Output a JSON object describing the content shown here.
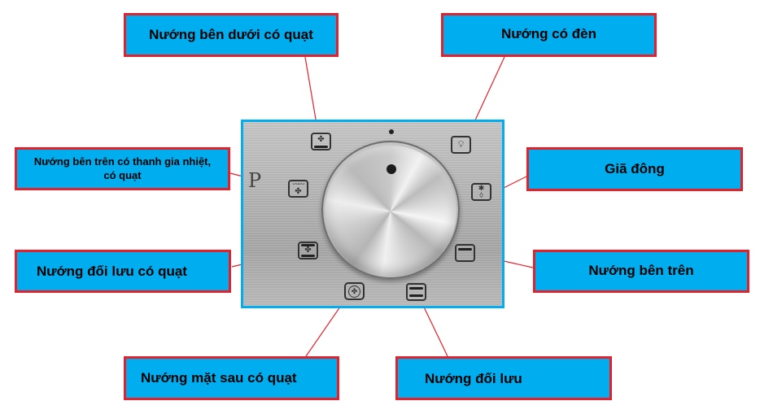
{
  "diagram": {
    "subject": "Oven function selector knob",
    "colors": {
      "label_fill": "#00adee",
      "label_border": "#e4202b",
      "leader_line": "#e4202b",
      "panel_border": "#00adee"
    },
    "labels": [
      {
        "id": "bottom-heat-fan",
        "text": "Nướng bên dưới có quạt",
        "icon": "fan-with-bottom-bar-icon"
      },
      {
        "id": "light",
        "text": "Nướng có đèn",
        "icon": "light-bulb-icon"
      },
      {
        "id": "top-grill-fan",
        "text": "Nướng bên trên có thanh gia nhiệt, có quạt",
        "line1": "Nướng bên trên có thanh gia nhiệt,",
        "line2": "có quạt",
        "icon": "grill-fan-icon"
      },
      {
        "id": "defrost",
        "text": "Giã đông",
        "icon": "snowflake-drop-icon"
      },
      {
        "id": "convection-fan",
        "text": "Nướng đối lưu có quạt",
        "icon": "top-bottom-fan-icon"
      },
      {
        "id": "top-heat",
        "text": "Nướng bên trên",
        "icon": "top-bar-icon"
      },
      {
        "id": "rear-fan",
        "text": "Nướng mặt sau có quạt",
        "icon": "circle-fan-icon"
      },
      {
        "id": "convection",
        "text": "Nướng đối lưu",
        "icon": "top-bottom-bar-icon"
      }
    ],
    "panel_symbols": {
      "pyrolytic": "P"
    }
  }
}
